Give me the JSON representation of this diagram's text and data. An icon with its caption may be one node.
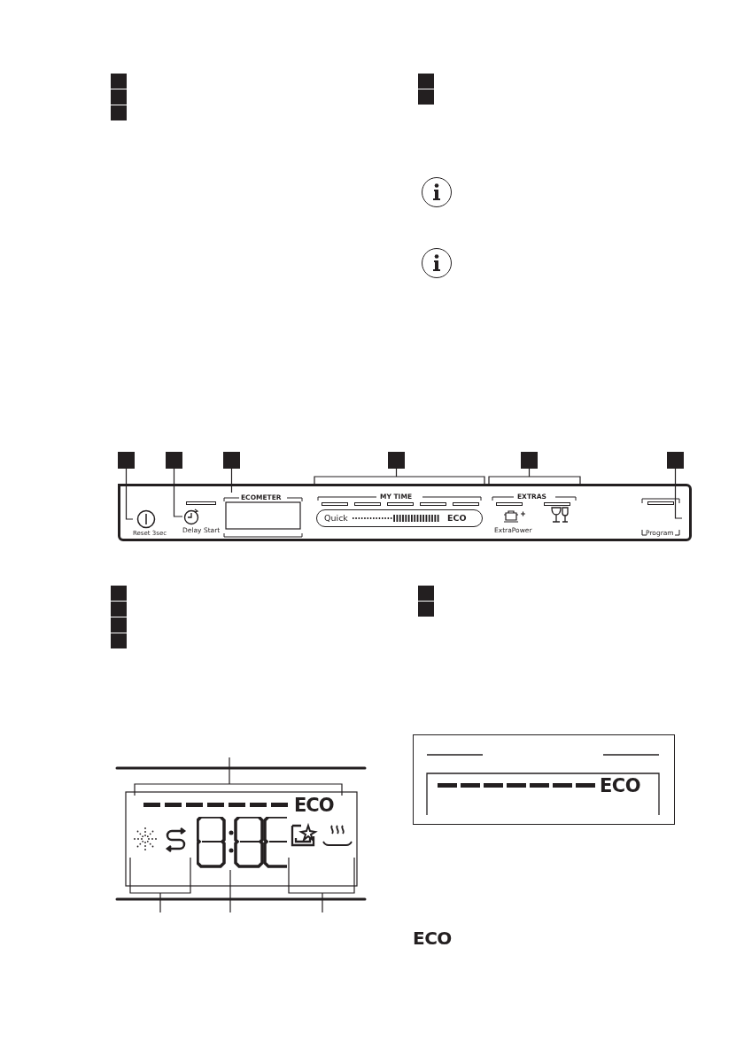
{
  "diagram": {
    "nodes": [
      {
        "text": [],
        "shape": "box"
      },
      {
        "text": [],
        "shape": "box"
      },
      {
        "text": [],
        "shape": "box"
      },
      {
        "text": [],
        "shape": "box"
      },
      {
        "text": [],
        "shape": "box"
      },
      {
        "text": [],
        "shape": "box"
      },
      {
        "text": [
          "Reset 3sec"
        ]
      },
      {
        "text": [
          "Delay Start"
        ]
      },
      {
        "text": [
          "ECOMETER"
        ]
      },
      {
        "text": [
          "MY TIME",
          "Quick",
          "ECO"
        ]
      },
      {
        "text": [
          "EXTRAS"
        ]
      },
      {
        "text": [
          "ExtraPower"
        ]
      },
      {
        "text": [],
        "shape": "picture"
      },
      {
        "text": [
          "Program"
        ]
      },
      {
        "text": [
          "ECO"
        ]
      },
      {
        "text": [],
        "shape": "picture"
      },
      {
        "text": [],
        "shape": "picture"
      },
      {
        "text": [],
        "shape": "picture"
      },
      {
        "text": [],
        "shape": "box"
      },
      {
        "text": [],
        "shape": "box"
      },
      {
        "text": [],
        "shape": "box"
      },
      {
        "text": [],
        "shape": "box"
      },
      {
        "text": [],
        "shape": "box"
      },
      {
        "text": [],
        "shape": "box"
      },
      {
        "text": [],
        "shape": "box"
      },
      {
        "text": [],
        "shape": "box"
      },
      {
        "text": [],
        "shape": "box"
      },
      {
        "text": [],
        "shape": "box"
      },
      {
        "text": [],
        "shape": "box"
      }
    ],
    "edges": [
      {
        "from": 0,
        "to": 6,
        "arrow": "none"
      },
      {
        "from": 1,
        "to": 7,
        "arrow": "none"
      },
      {
        "from": 2,
        "to": 8,
        "arrow": "none"
      },
      {
        "from": 3,
        "to": 9,
        "arrow": "none"
      },
      {
        "from": 4,
        "to": 10,
        "arrow": "none"
      },
      {
        "from": 5,
        "to": 13,
        "arrow": "none"
      },
      {
        "from": null,
        "to": 14,
        "arrow": "none"
      },
      {
        "from": null,
        "to": 15,
        "arrow": "none"
      },
      {
        "from": null,
        "to": 16,
        "arrow": "none"
      },
      {
        "from": null,
        "to": 17,
        "arrow": "none"
      }
    ],
    "labels": [
      "ECO",
      "ECO"
    ]
  }
}
